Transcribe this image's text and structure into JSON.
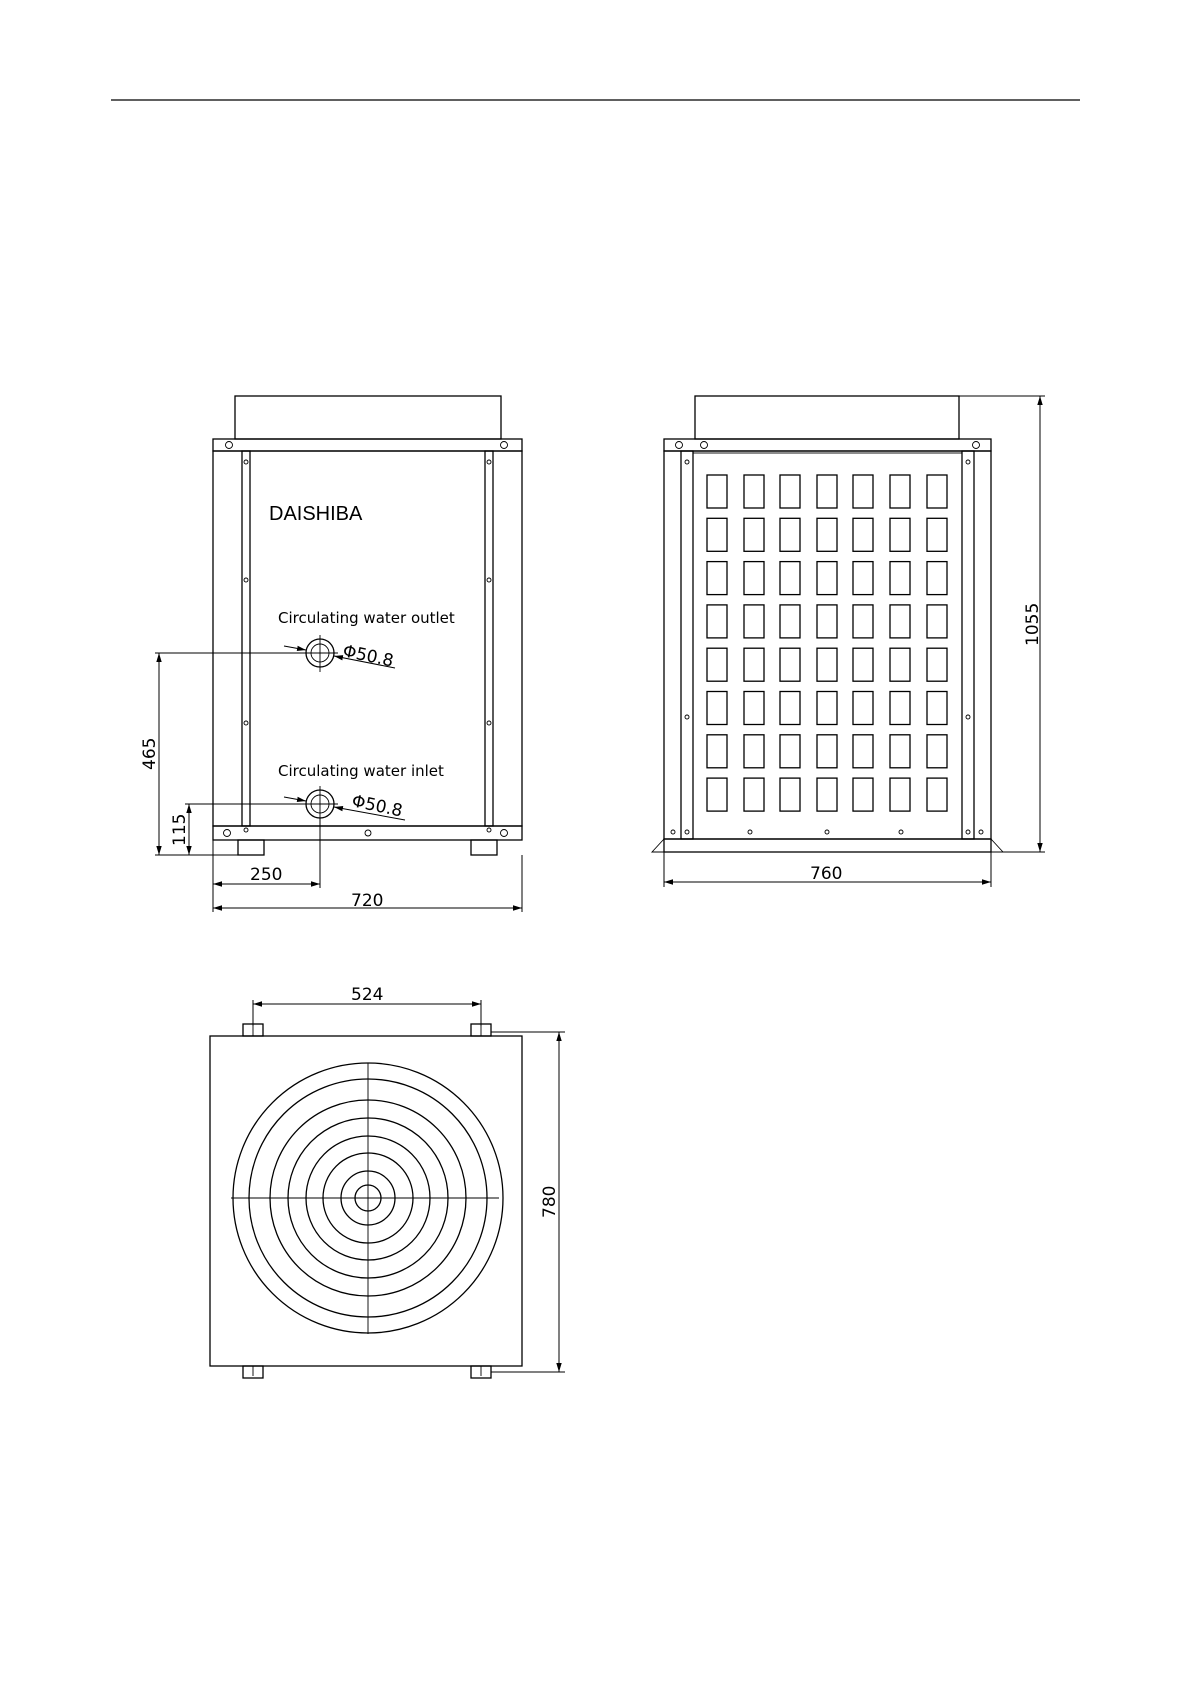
{
  "front_view": {
    "brand": "DAISHIBA",
    "outlet_label": "Circulating water outlet",
    "inlet_label": "Circulating water inlet",
    "outlet_diameter": "Φ50.8",
    "inlet_diameter": "Φ50.8",
    "dim_outlet_height": "465",
    "dim_inlet_height": "115",
    "dim_pipe_offset": "250",
    "dim_width": "720"
  },
  "side_view": {
    "dim_width": "760",
    "dim_height": "1055"
  },
  "top_view": {
    "dim_foot_spacing": "524",
    "dim_depth": "780"
  }
}
